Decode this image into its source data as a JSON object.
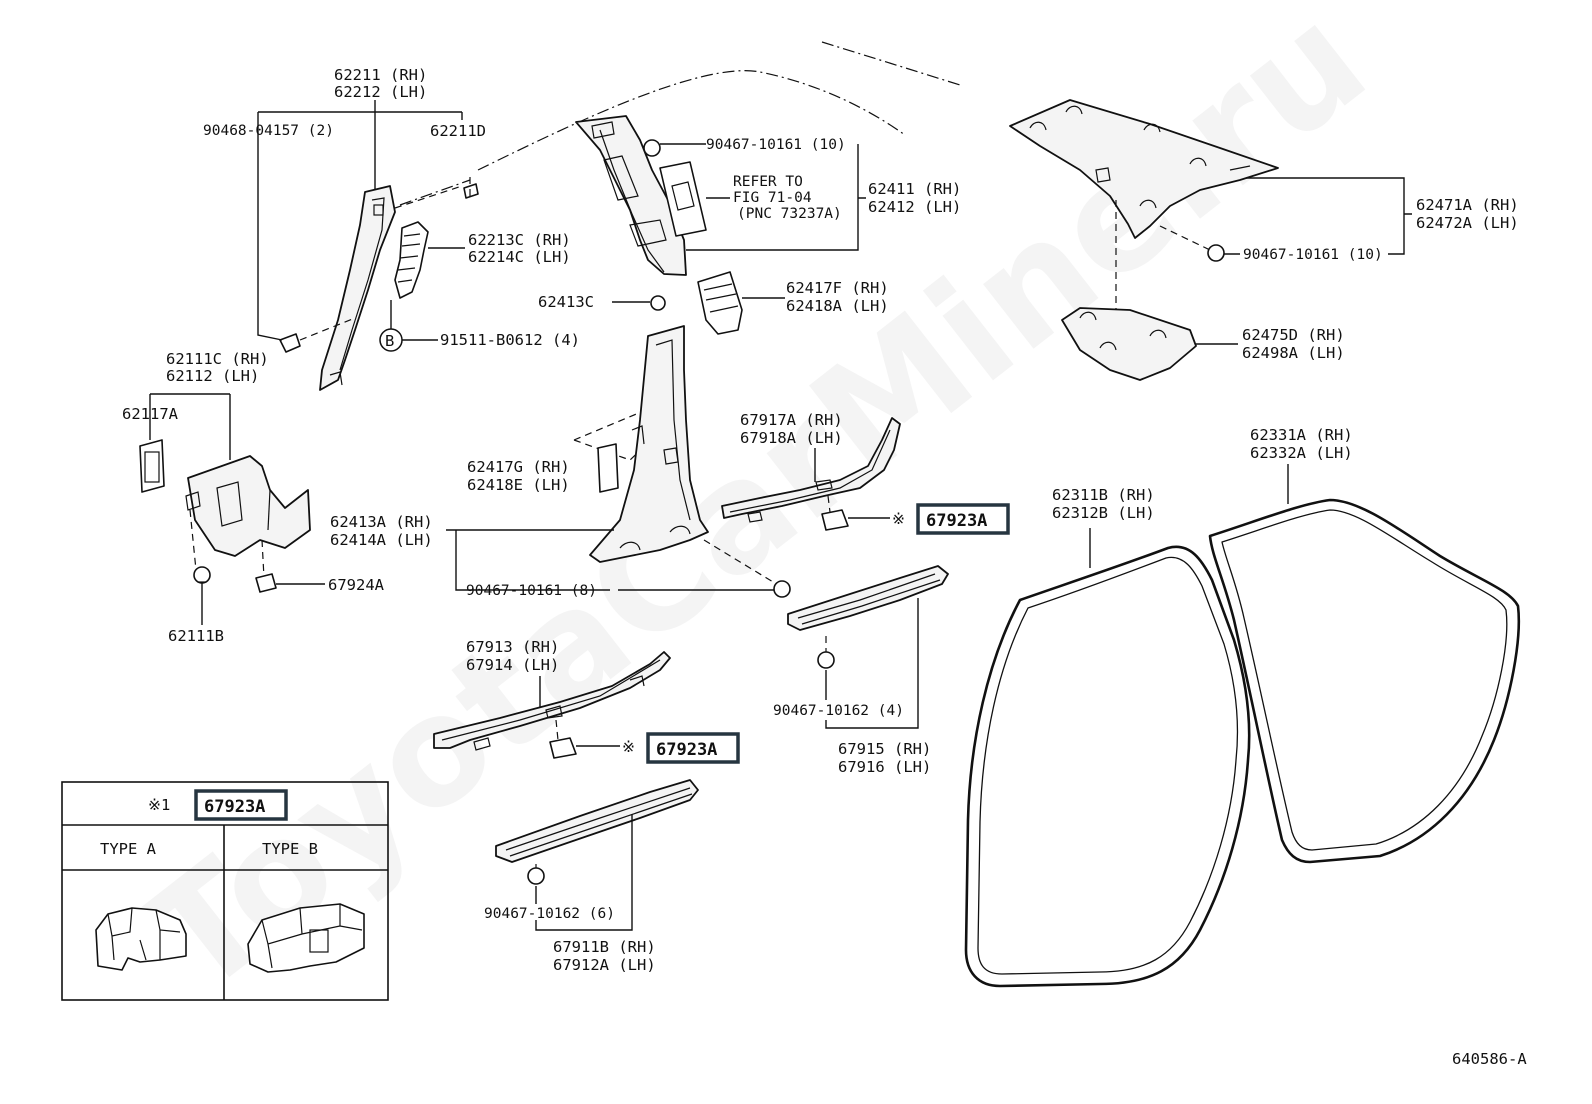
{
  "watermark": "ToyotaCarMine.ru",
  "diagram_code": "640586-A",
  "labels": {
    "a_pillar_rh": "62211 (RH)",
    "a_pillar_lh": "62212 (LH)",
    "screw_04157": "90468-04157 (2)",
    "clip_62211d": "62211D",
    "bracket_rh": "62213C (RH)",
    "bracket_lh": "62214C (LH)",
    "b_marker": "B",
    "bolt_b0612": "91511-B0612 (4)",
    "cowl_rh": "62111C (RH)",
    "cowl_lh": "62112  (LH)",
    "vent_62117a": "62117A",
    "clip_67924a": "67924A",
    "clip_62111b": "62111B",
    "clip_10161_top": "90467-10161 (10)",
    "refer_1": "REFER TO",
    "refer_2": "FIG 71-04",
    "refer_3": "(PNC 73237A)",
    "b_upper_rh": "62411 (RH)",
    "b_upper_lh": "62412 (LH)",
    "clip_62413c": "62413C",
    "cover_f_rh": "62417F (RH)",
    "cover_f_lh": "62418A (LH)",
    "cover_g_rh": "62417G (RH)",
    "cover_g_lh": "62418E (LH)",
    "b_lower_rh": "62413A (RH)",
    "b_lower_lh": "62414A (LH)",
    "clip_10161_8": "90467-10161 (8)",
    "rear_scuff_rh": "67917A (RH)",
    "rear_scuff_lh": "67918A (LH)",
    "note_mark": "※",
    "clip_67923a_1": "67923A",
    "front_scuff_rh": "67913 (RH)",
    "front_scuff_lh": "67914 (LH)",
    "clip_67923a_2": "67923A",
    "clip_10162_4": "90467-10162 (4)",
    "rear_plate_rh": "67915 (RH)",
    "rear_plate_lh": "67916 (LH)",
    "clip_10162_6": "90467-10162 (6)",
    "front_plate_rh": "67911B (RH)",
    "front_plate_lh": "67912A (LH)",
    "c_pillar_rh": "62471A (RH)",
    "c_pillar_lh": "62472A (LH)",
    "clip_10161_c": "90467-10161 (10)",
    "c_lower_rh": "62475D (RH)",
    "c_lower_lh": "62498A (LH)",
    "weather_f_rh": "62311B (RH)",
    "weather_f_lh": "62312B (LH)",
    "weather_r_rh": "62331A (RH)",
    "weather_r_lh": "62332A (LH)"
  },
  "legend_table": {
    "header_prefix": "※1",
    "header_part": "67923A",
    "type_a": "TYPE  A",
    "type_b": "TYPE  B"
  }
}
